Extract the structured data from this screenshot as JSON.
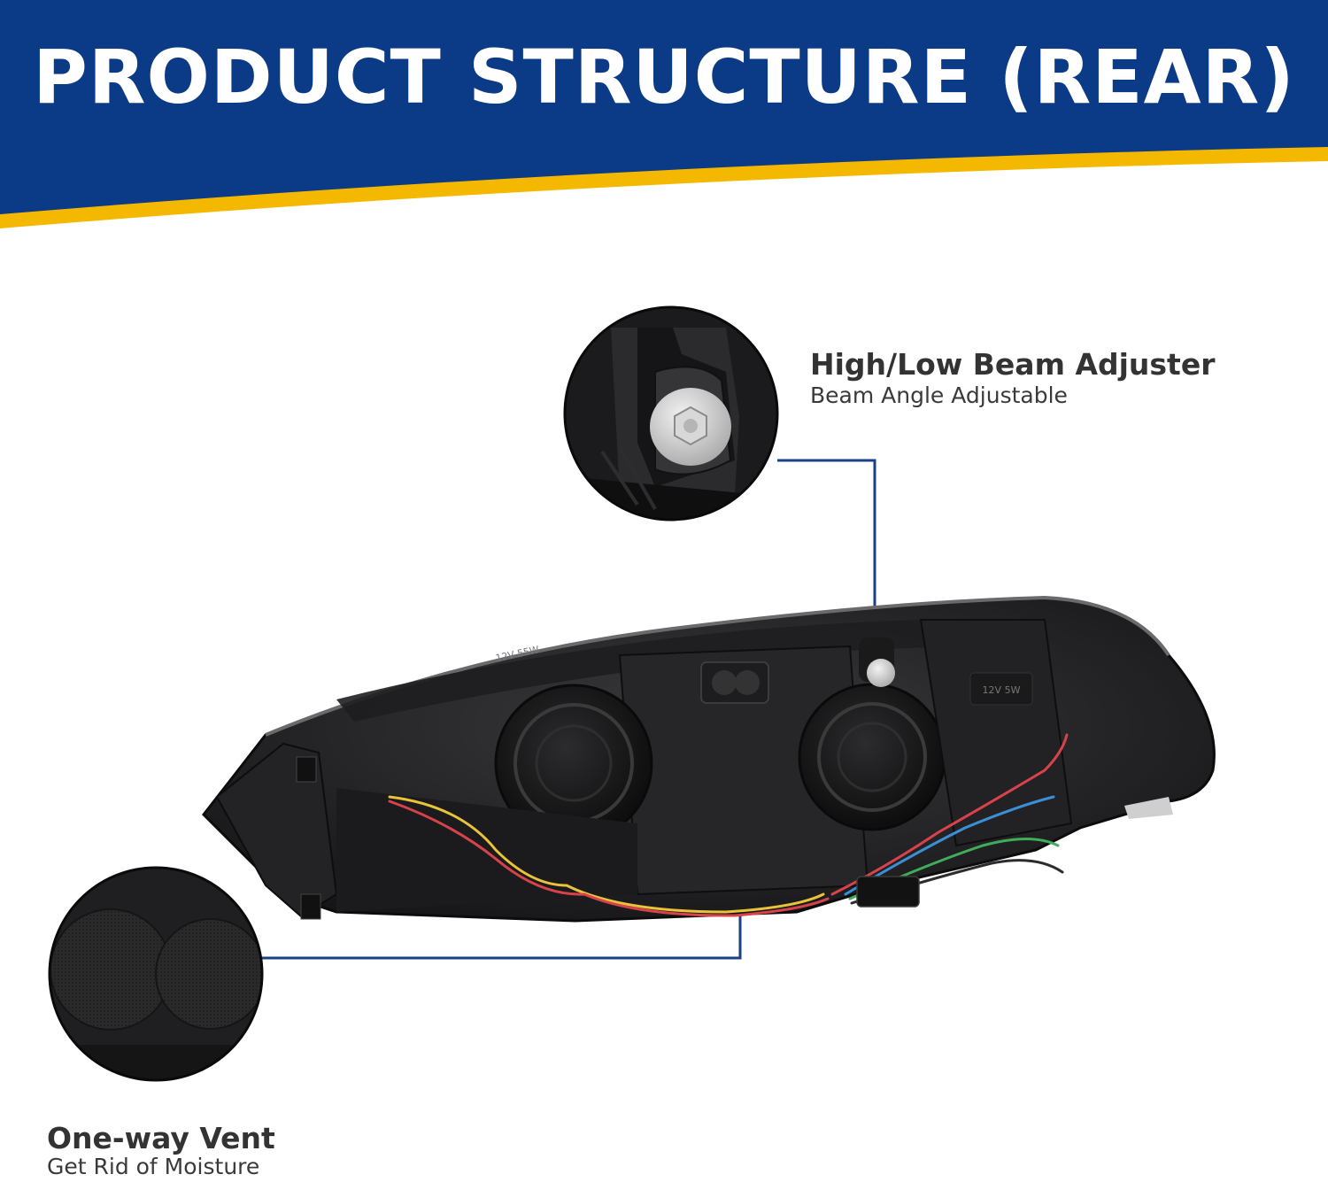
{
  "banner": {
    "title": "PRODUCT STRUCTURE (REAR)",
    "background_color": "#0b3a86",
    "accent_color": "#f5b800"
  },
  "callouts": [
    {
      "title": "High/Low Beam Adjuster",
      "subtitle": "Beam Angle Adjustable"
    },
    {
      "title": "One-way Vent",
      "subtitle": "Get Rid of Moisture"
    }
  ],
  "leader_line_color": "#1c3f8a",
  "housing": {
    "label_1": "12V 5W",
    "label_2": "12V 55W"
  }
}
